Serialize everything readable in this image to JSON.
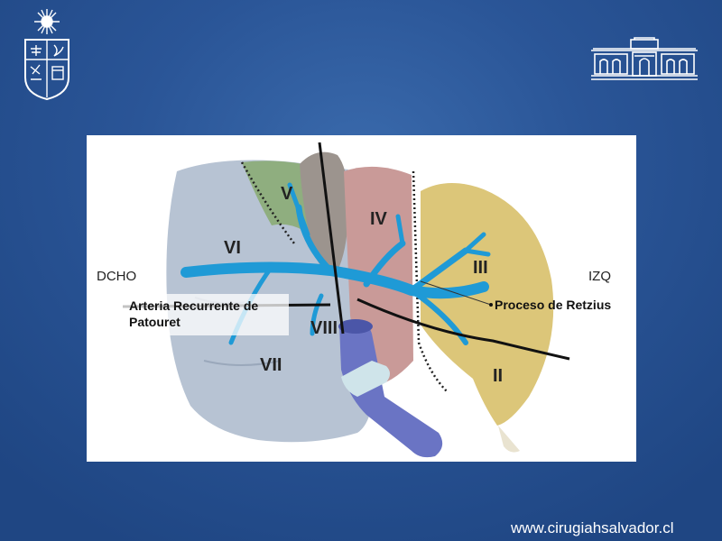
{
  "labels": {
    "dcho": "DCHO",
    "izq": "IZQ",
    "seg_vi": "VI",
    "seg_v": "V",
    "seg_iv": "IV",
    "seg_iii": "III",
    "seg_viii": "VIII",
    "seg_vii": "VII",
    "seg_ii": "II",
    "arteria_line1": "Arteria Recurrente de",
    "arteria_line2": "Patouret",
    "proceso": "Proceso de Retzius"
  },
  "footer": {
    "website": "www.cirugiahsalvador.cl"
  },
  "icons": {
    "left_logo": "university-crest-icon",
    "right_logo": "hospital-building-icon"
  },
  "colors": {
    "background": "#2a5597",
    "right_lobe": "#b7c3d3",
    "segment_v": "#8fae7f",
    "gallbladder": "#9c948e",
    "segment_iv": "#c99a98",
    "left_lobe": "#dcc679",
    "vessels": "#1f9ad6",
    "vena_cava": "#6a74c4"
  }
}
